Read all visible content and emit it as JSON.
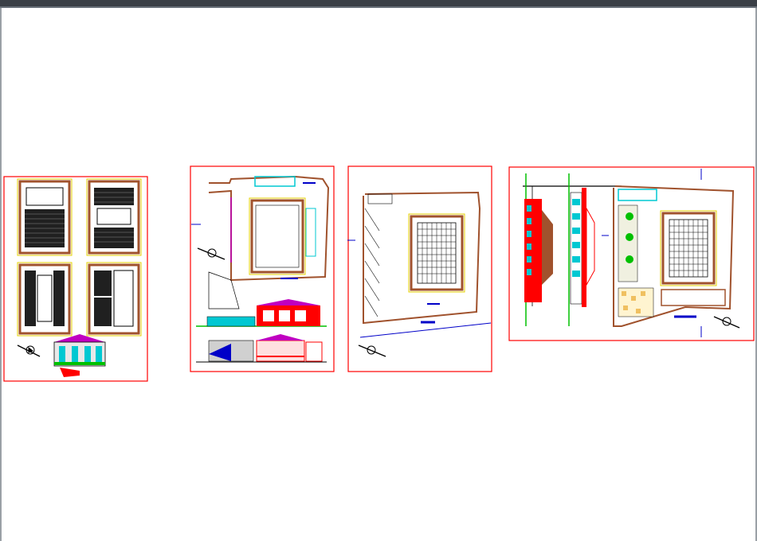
{
  "viewer": {
    "background": "#ffffff",
    "frame_color": "#ff0000"
  },
  "sheets": [
    {
      "name": "sheet-1"
    },
    {
      "name": "sheet-2"
    },
    {
      "name": "sheet-3"
    },
    {
      "name": "sheet-4"
    }
  ],
  "colors": {
    "wall": "#a0522d",
    "col": "#e6d200",
    "cyan": "#00c8d2",
    "green": "#00c000",
    "blue": "#0000c8",
    "magenta": "#c000c0",
    "red": "#ff0000",
    "black": "#000000",
    "gray": "#808080",
    "dark": "#202020"
  },
  "icons": [
    "north-arrow-icon"
  ]
}
